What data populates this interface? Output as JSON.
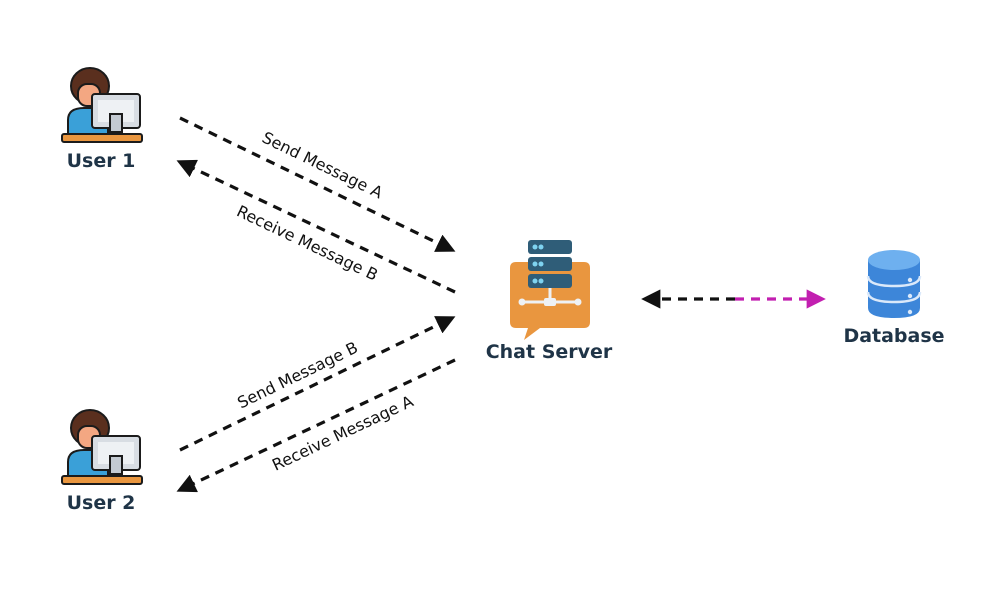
{
  "nodes": {
    "user1": {
      "label": "User 1",
      "icon": "user-at-computer-icon"
    },
    "user2": {
      "label": "User 2",
      "icon": "user-at-computer-icon"
    },
    "server": {
      "label": "Chat Server",
      "icon": "chat-server-icon"
    },
    "database": {
      "label": "Database",
      "icon": "database-icon"
    }
  },
  "edges": {
    "send_a": {
      "label": "Send Message A",
      "from": "User 1",
      "to": "Chat Server"
    },
    "receive_b": {
      "label": "Receive Message B",
      "from": "Chat Server",
      "to": "User 1"
    },
    "send_b": {
      "label": "Send Message B",
      "from": "User 2",
      "to": "Chat Server"
    },
    "receive_a": {
      "label": "Receive Message A",
      "from": "Chat Server",
      "to": "User 2"
    },
    "server_db": {
      "label": "",
      "from": "Chat Server",
      "to": "Database",
      "bidirectional": true
    }
  },
  "colors": {
    "label_text": "#1f3447",
    "arrow": "#111111",
    "arrow_db_accent": "#c21fb0",
    "user_shirt": "#3aa0d8",
    "user_hair": "#5a2f1e",
    "user_skin": "#f3a782",
    "monitor": "#d8dde3",
    "server_bubble": "#e9963f",
    "server_rack": "#2f5d78",
    "database": "#3d86d9"
  }
}
